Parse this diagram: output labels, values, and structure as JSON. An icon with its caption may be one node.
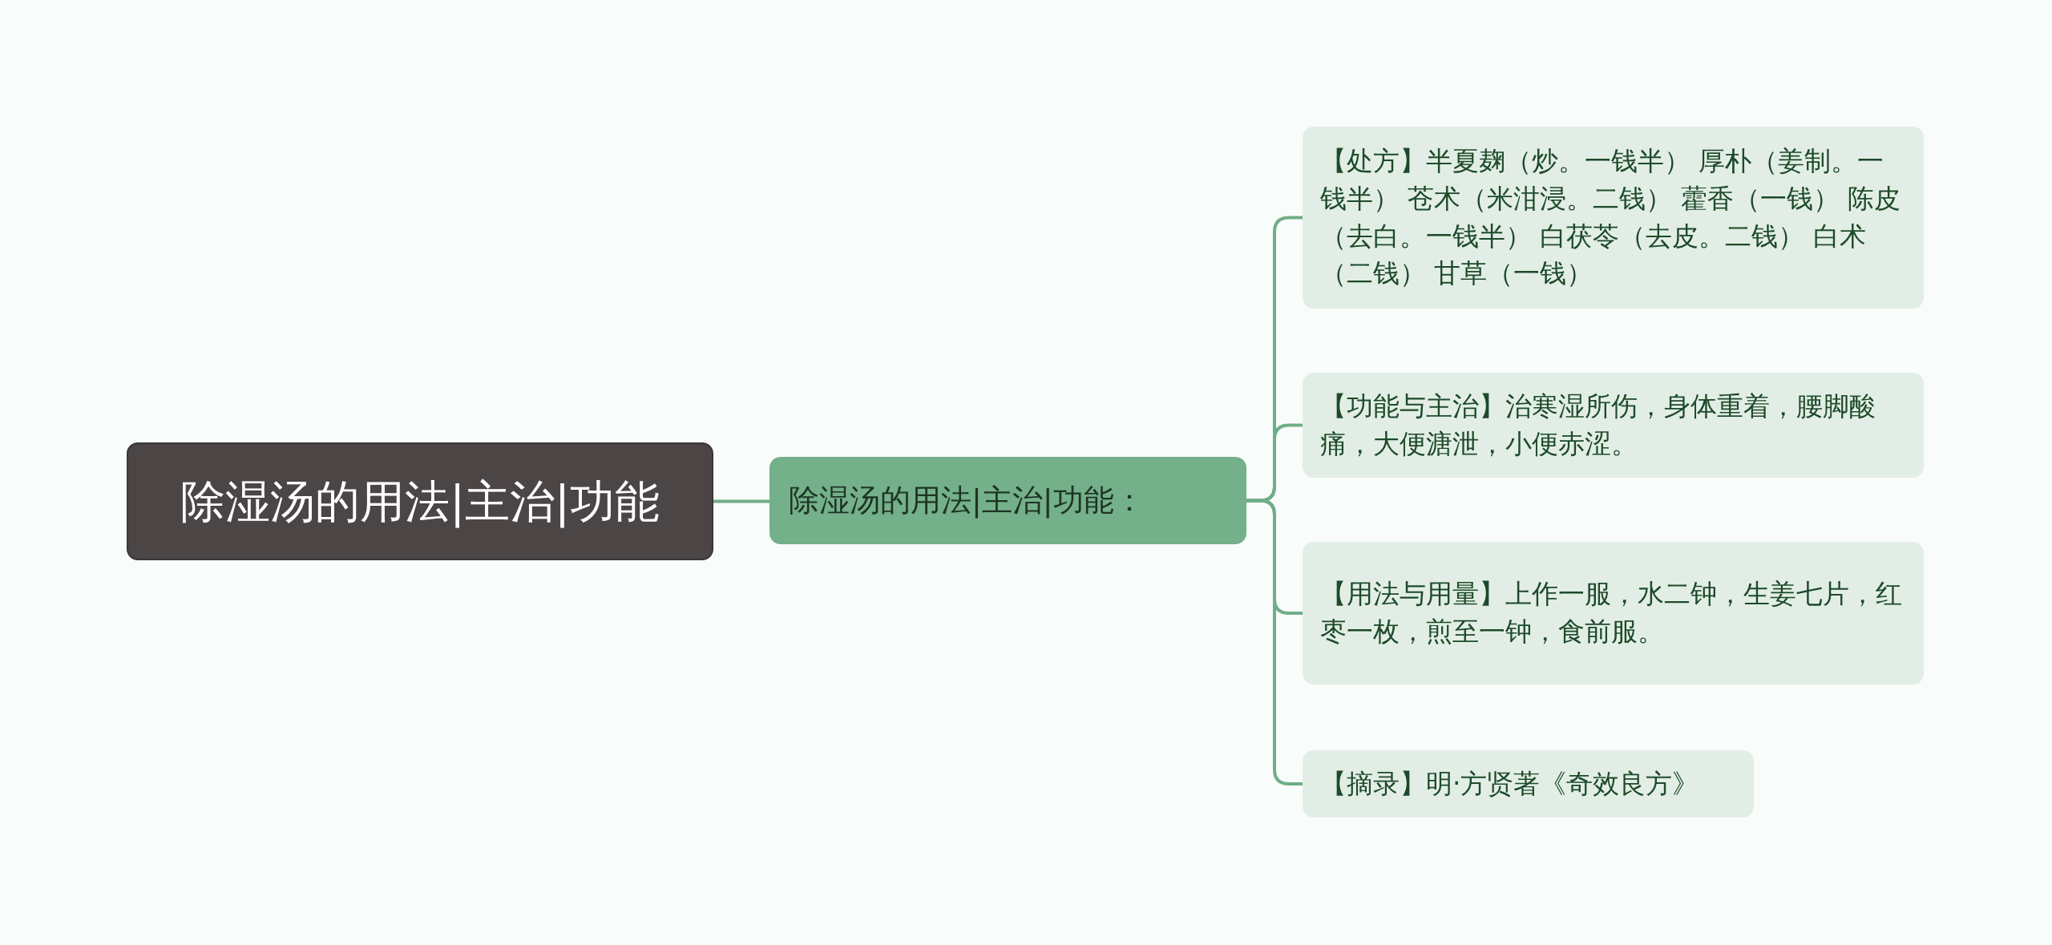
{
  "diagram": {
    "nodes": [
      {
        "text": [
          "除湿汤的用法|主治|功能"
        ]
      },
      {
        "text": [
          "除湿汤的用法|主治|功能："
        ]
      },
      {
        "text": [
          "【处方】半夏麹（炒。一钱半） 厚朴（姜制。一钱半） 苍术（米泔浸。二钱） 藿香（一钱） 陈皮（去白。一钱半） 白茯苓（去皮。二钱） 白术（二钱） 甘草（一钱）"
        ]
      },
      {
        "text": [
          "【功能与主治】治寒湿所伤，身体重着，腰脚酸痛，大便溏泄，小便赤涩。"
        ]
      },
      {
        "text": [
          "【用法与用量】上作一服，水二钟，生姜七片，红枣一枚，煎至一钟，食前服。"
        ]
      },
      {
        "text": [
          "【摘录】明·方贤著《奇效良方》"
        ]
      }
    ],
    "edges": [
      {
        "from": 0,
        "to": 1,
        "arrow": "none"
      },
      {
        "from": 1,
        "to": 2,
        "arrow": "none"
      },
      {
        "from": 1,
        "to": 3,
        "arrow": "none"
      },
      {
        "from": 1,
        "to": 4,
        "arrow": "none"
      },
      {
        "from": 1,
        "to": 5,
        "arrow": "none"
      }
    ]
  }
}
